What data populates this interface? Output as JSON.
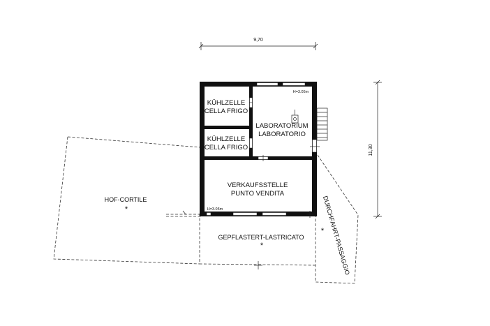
{
  "dimensions": {
    "width": "9,70",
    "height": "11,30"
  },
  "rooms": {
    "cold_room_1": {
      "line1": "KÜHLZELLE",
      "line2": "CELLA FRIGO"
    },
    "cold_room_2": {
      "line1": "KÜHLZELLE",
      "line2": "CELLA FRIGO"
    },
    "laboratory": {
      "line1": "LABORATORIUM",
      "line2": "LABORATORIO",
      "height_note": "H=3.05m"
    },
    "sales_point": {
      "line1": "VERKAUFSSTELLE",
      "line2": "PUNTO VENDITA",
      "height_note": "H=3.05m"
    }
  },
  "outdoor": {
    "courtyard": "HOF-CORTILE",
    "paving": "GEPFLASTERT-LASTRICATO",
    "passage": "DURCHFAHRT-PASSAGGIO"
  },
  "symbols": {
    "area_marker": "*"
  }
}
